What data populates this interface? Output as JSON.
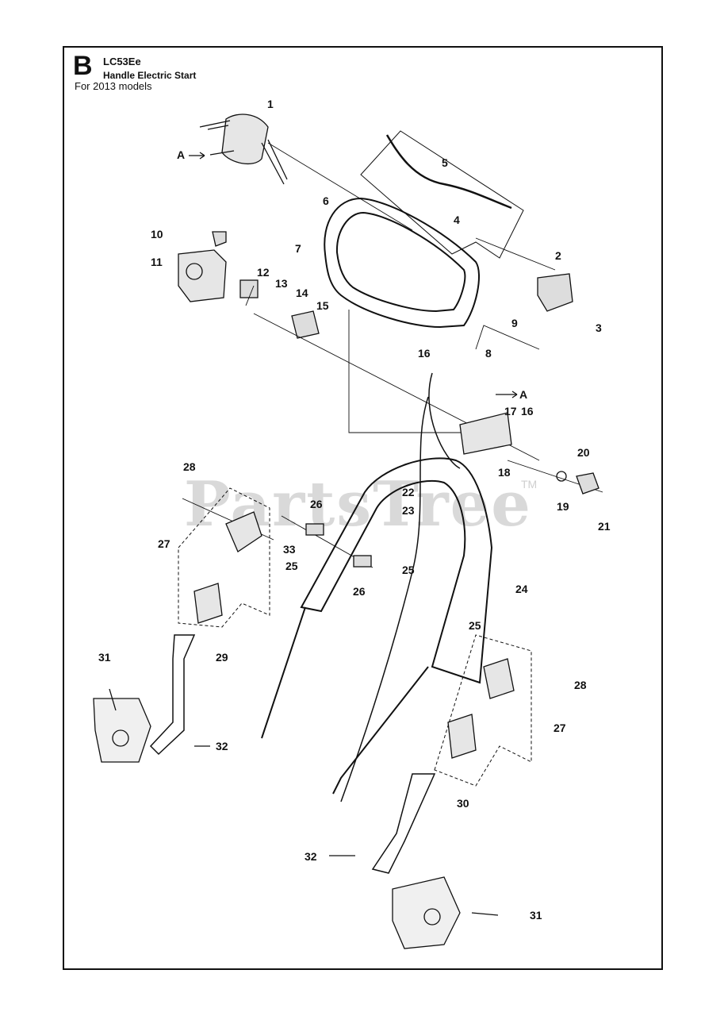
{
  "header": {
    "section_letter": "B",
    "model": "LC53Ee",
    "subtitle": "Handle Electric Start",
    "note": "For 2013 models"
  },
  "watermark": {
    "text": "PartsTree",
    "trademark": "TM"
  },
  "callouts": {
    "c1": "1",
    "c2": "2",
    "c3": "3",
    "c4": "4",
    "c5": "5",
    "c6": "6",
    "c7": "7",
    "c8": "8",
    "c9": "9",
    "c10": "10",
    "c11": "11",
    "c12": "12",
    "c13": "13",
    "c14": "14",
    "c15": "15",
    "c16a": "16",
    "c16b": "16",
    "c17": "17",
    "c18": "18",
    "c19": "19",
    "c20": "20",
    "c21": "21",
    "c22": "22",
    "c23": "23",
    "c24": "24",
    "c25a": "25",
    "c25b": "25",
    "c25c": "25",
    "c26a": "26",
    "c26b": "26",
    "c27a": "27",
    "c27b": "27",
    "c28a": "28",
    "c28b": "28",
    "c29": "29",
    "c30": "30",
    "c31a": "31",
    "c31b": "31",
    "c32a": "32",
    "c32b": "32",
    "c33": "33",
    "cAa": "A",
    "cAb": "A"
  }
}
